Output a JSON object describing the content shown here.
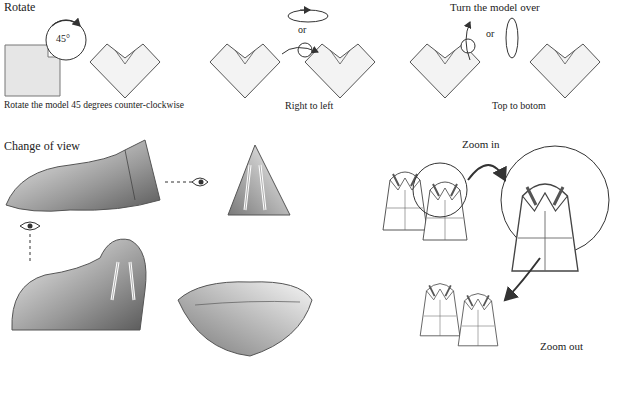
{
  "diagram": {
    "labels": [
      "Rotate",
      "Turn the model over",
      "45°",
      "Rotate the model 45 degrees counter-clockwise",
      "or",
      "Right to left",
      "or",
      "Top to botom",
      "Change of view",
      "Zoom in",
      "Zoom out"
    ]
  }
}
